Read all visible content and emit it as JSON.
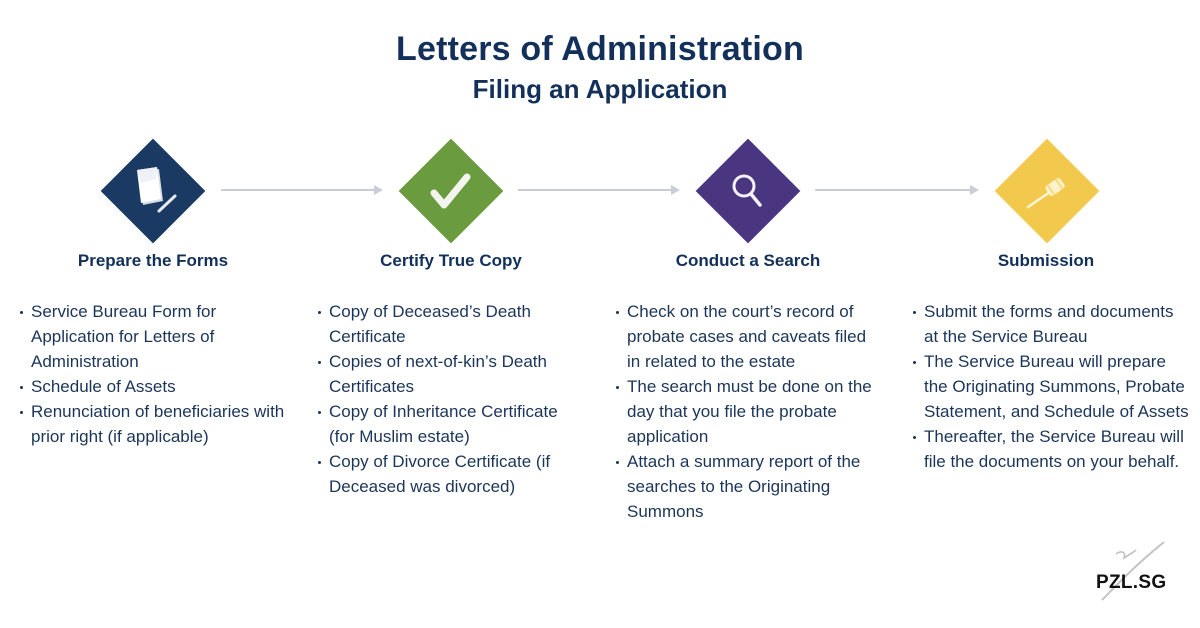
{
  "header": {
    "title": "Letters of Administration",
    "subtitle": "Filing an Application"
  },
  "colors": {
    "step1": "#1b3a63",
    "step2": "#6a9c3f",
    "step3": "#4a3580",
    "step4": "#f2c94c",
    "arrow": "#c9ced6",
    "text": "#12305a"
  },
  "steps": [
    {
      "icon": "document-pen-icon",
      "title": "Prepare the Forms",
      "items": [
        "Service Bureau Form for Application for Letters of Administration",
        "Schedule of Assets",
        "Renunciation of beneficiaries with prior right (if applicable)"
      ]
    },
    {
      "icon": "checkmark-icon",
      "title": "Certify True Copy",
      "items": [
        "Copy of Deceased’s Death Certificate",
        "Copies of next-of-kin’s Death Certificates",
        "Copy of Inheritance Certificate (for Muslim estate)",
        "Copy of Divorce Certificate (if Deceased was divorced)"
      ]
    },
    {
      "icon": "magnifier-icon",
      "title": "Conduct a Search",
      "items": [
        "Check on the court’s record of probate cases and caveats filed in related to the estate",
        "The search must be done on the day that you file the probate application",
        "Attach a summary report of the searches to the Originating Summons"
      ]
    },
    {
      "icon": "gavel-icon",
      "title": "Submission",
      "items": [
        "Submit the forms and documents at the Service Bureau",
        "The Service Bureau will prepare the Originating Summons, Probate Statement, and Schedule of Assets",
        "Thereafter, the Service Bureau will file the documents on your behalf."
      ]
    }
  ],
  "footer": {
    "logo": "PZL.SG"
  }
}
